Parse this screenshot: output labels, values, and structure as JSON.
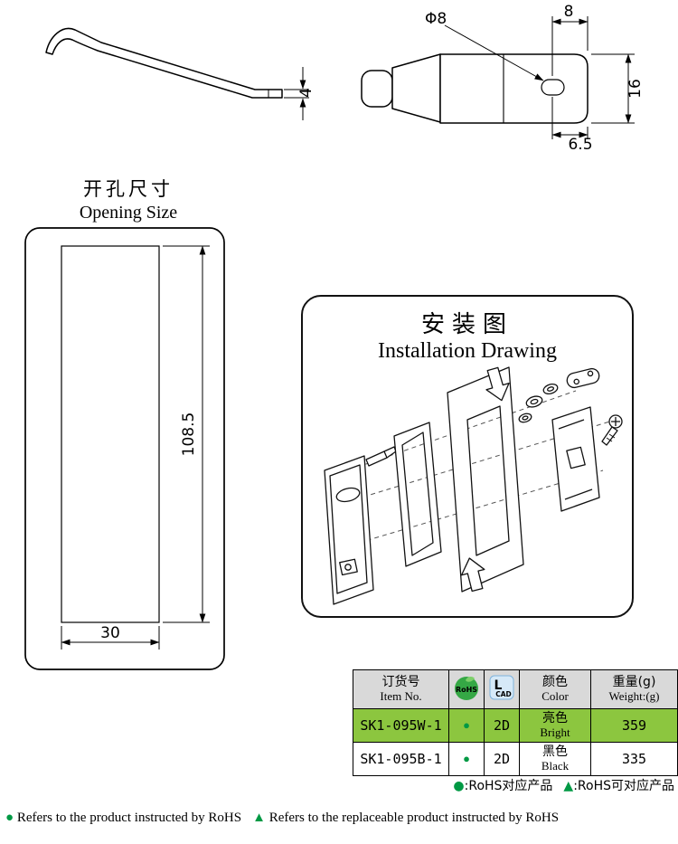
{
  "drawings": {
    "side_view": {
      "dim_thickness": "4"
    },
    "top_view": {
      "dim_hole_dia": "Φ8",
      "dim_hole_offset": "8",
      "dim_height": "16",
      "dim_edge": "6.5"
    },
    "opening": {
      "title_zh": "开孔尺寸",
      "title_en": "Opening Size",
      "dim_height": "108.5",
      "dim_width": "30"
    },
    "installation": {
      "title_zh": "安装图",
      "title_en": "Installation Drawing"
    }
  },
  "table": {
    "header": {
      "item_zh": "订货号",
      "item_en": "Item No.",
      "rohs_label": "RoHS",
      "cad_letter": "L",
      "cad_label": "CAD",
      "color_zh": "颜色",
      "color_en": "Color",
      "weight_zh": "重量(g)",
      "weight_en": "Weight:(g)"
    },
    "rows": [
      {
        "item": "SK1-095W-1",
        "rohs_mark": "●",
        "cad": "2D",
        "color_zh": "亮色",
        "color_en": "Bright",
        "weight": "359"
      },
      {
        "item": "SK1-095B-1",
        "rohs_mark": "●",
        "cad": "2D",
        "color_zh": "黑色",
        "color_en": "Black",
        "weight": "335"
      }
    ],
    "legend": {
      "dot": "●",
      "dot_text": ":RoHS对应产品",
      "tri": "▲",
      "tri_text": ":RoHS可对应产品"
    }
  },
  "footnotes": {
    "dot": "●",
    "note1": " Refers to the product instructed by RoHS",
    "tri": "▲",
    "note2": " Refers to the replaceable product instructed by RoHS"
  },
  "colors": {
    "green": "#009944",
    "row_green": "#8cc63f",
    "header_gray": "#d9d9d9",
    "cad_blue": "#1b75bc",
    "rohs_green": "#35a845"
  }
}
